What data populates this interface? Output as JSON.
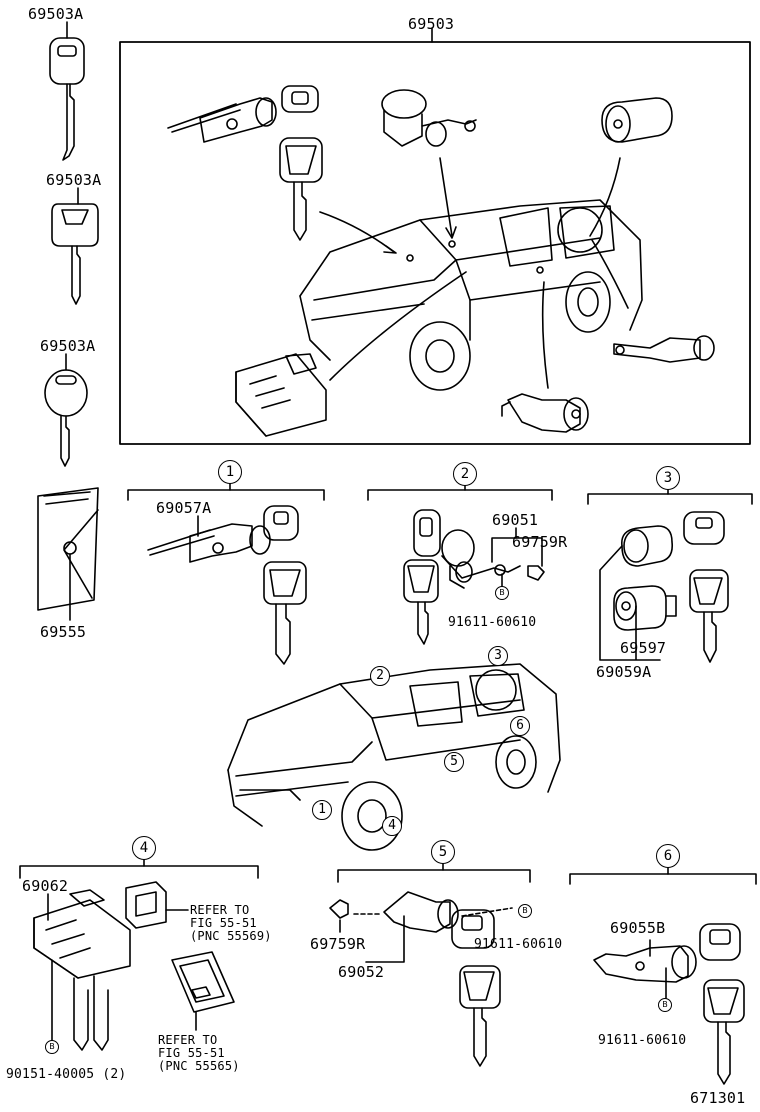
{
  "parts": {
    "key_1": "69503A",
    "key_2": "69503A",
    "key_3": "69503A",
    "main_set": "69503",
    "plate": "69555",
    "ign_cyl": "69057A",
    "door_cyl": "69051",
    "door_clip": "69759R",
    "door_bolt": "91611-60610",
    "back_cyl_a": "69059A",
    "back_cyl_b": "69597",
    "glove_lock": "69062",
    "glove_bolt": "90151-40005 (2)",
    "rear_door_cyl": "69052",
    "rear_door_clip": "69759R",
    "rear_door_bolt": "91611-60610",
    "tail_cyl": "69055B",
    "tail_bolt": "91611-60610"
  },
  "refer_1": {
    "line1": "REFER TO",
    "line2": "FIG 55-51",
    "line3": "(PNC 55569)"
  },
  "refer_2": {
    "line1": "REFER TO",
    "line2": "FIG 55-51",
    "line3": "(PNC 55565)"
  },
  "callouts": {
    "n1": "1",
    "n2": "2",
    "n3": "3",
    "n4": "4",
    "n5": "5",
    "n6": "6"
  },
  "bolt_mark": "B",
  "diagram_id": "671301"
}
